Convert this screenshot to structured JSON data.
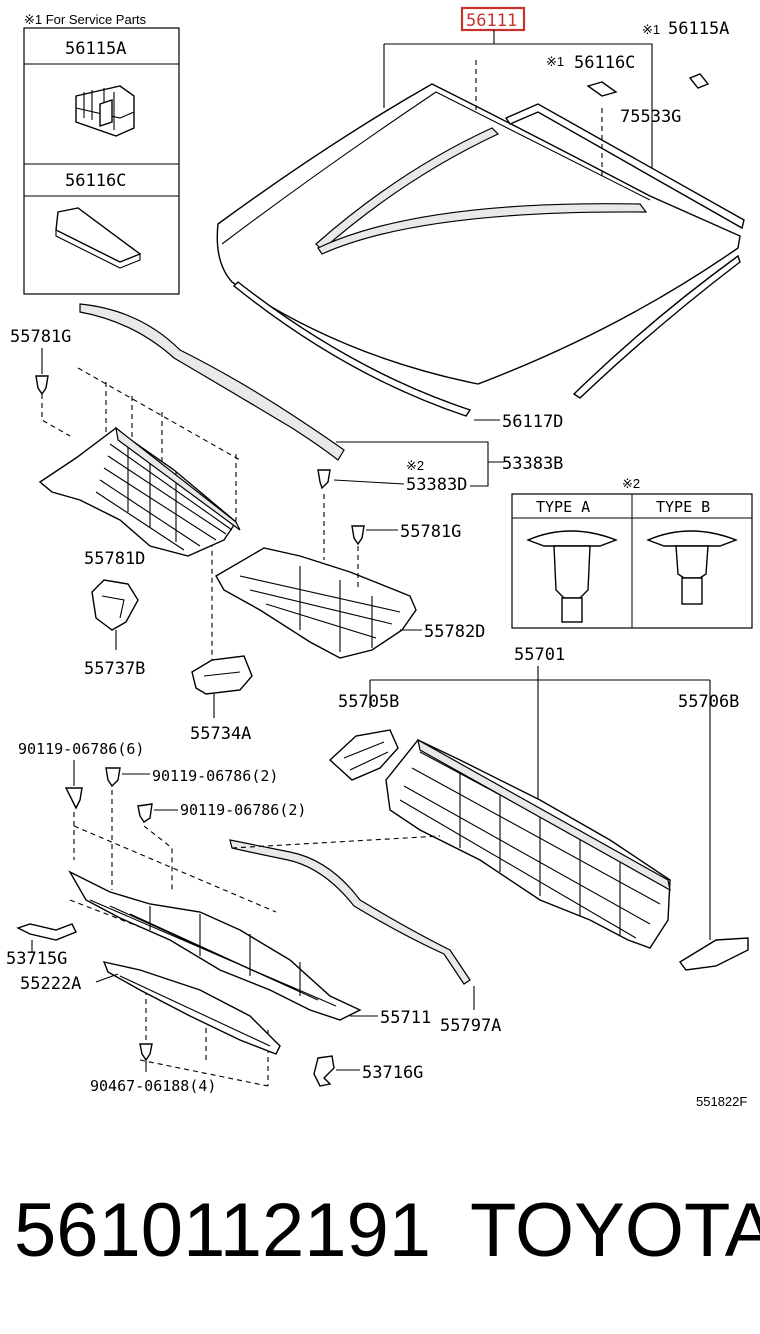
{
  "service_note": "※1 For Service Parts",
  "service_box": {
    "item1": "56115A",
    "item2": "56116C"
  },
  "type_box": {
    "mark": "※2",
    "type_a": "TYPE A",
    "type_b": "TYPE B"
  },
  "labels": {
    "p56111": "56111",
    "p56115A_mark": "※1",
    "p56115A": "56115A",
    "p56116C_mark": "※1",
    "p56116C": "56116C",
    "p75533G": "75533G",
    "p56117D": "56117D",
    "p53383B": "53383B",
    "p53383D_mark": "※2",
    "p53383D": "53383D",
    "p55781G_a": "55781G",
    "p55781G_b": "55781G",
    "p55781D": "55781D",
    "p55782D": "55782D",
    "p55737B": "55737B",
    "p55734A": "55734A",
    "p55701": "55701",
    "p55705B": "55705B",
    "p55706B": "55706B",
    "p90119_a": "90119-06786(6)",
    "p90119_b": "90119-06786(2)",
    "p90119_c": "90119-06786(2)",
    "p53715G": "53715G",
    "p55222A": "55222A",
    "p55711": "55711",
    "p55797A": "55797A",
    "p53716G": "53716G",
    "p90467": "90467-06188(4)"
  },
  "diagram_code": "551822F",
  "footer": {
    "part_number": "5610112191",
    "brand": "TOYOTA"
  },
  "colors": {
    "highlight": "#c8322c",
    "ink": "#000000"
  }
}
